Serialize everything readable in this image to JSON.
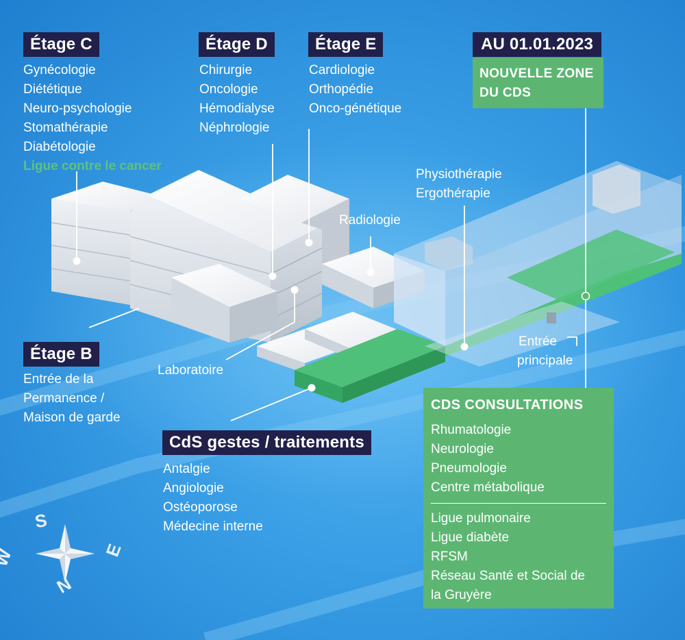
{
  "etage_c": {
    "title": "Étage C",
    "items": [
      "Gynécologie",
      "Diététique",
      "Neuro-psychologie",
      "Stomathérapie",
      "Diabétologie"
    ],
    "highlight": "Ligue contre le cancer"
  },
  "etage_d": {
    "title": "Étage D",
    "items": [
      "Chirurgie",
      "Oncologie",
      "Hémodialyse",
      "Néphrologie"
    ]
  },
  "etage_e": {
    "title": "Étage E",
    "items": [
      "Cardiologie",
      "Orthopédie",
      "Onco-génétique"
    ]
  },
  "nouvelle_zone": {
    "date": "AU 01.01.2023",
    "title_line1": "NOUVELLE ZONE",
    "title_line2": "DU CDS"
  },
  "physio": {
    "line1": "Physiothérapie",
    "line2": "Ergothérapie"
  },
  "radiologie": "Radiologie",
  "laboratoire": "Laboratoire",
  "entree_principale": {
    "line1": "Entrée",
    "line2": "principale"
  },
  "etage_b": {
    "title": "Étage B",
    "items": [
      "Entrée de la",
      "Permanence /",
      "Maison de garde"
    ]
  },
  "gestes": {
    "title": "CdS gestes / traitements",
    "items": [
      "Antalgie",
      "Angiologie",
      "Ostéoporose",
      "Médecine interne"
    ]
  },
  "consultations": {
    "title": "CDS CONSULTATIONS",
    "items": [
      "Rhumatologie",
      "Neurologie",
      "Pneumologie",
      "Centre métabolique"
    ],
    "others": [
      "Ligue pulmonaire",
      "Ligue diabète",
      "RFSM",
      "Réseau Santé et Social de",
      "la Gruyère"
    ]
  },
  "compass": {
    "s": "S",
    "n": "N",
    "e": "E",
    "w": "W"
  },
  "colors": {
    "background": "#2a8fda",
    "header_bg": "#20204a",
    "green": "#5cb672",
    "green_text": "#5ec27a"
  }
}
